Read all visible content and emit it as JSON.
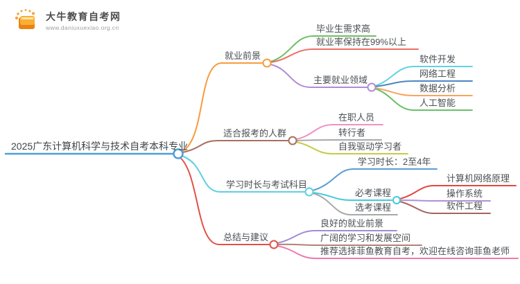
{
  "site": {
    "logo_title": "大牛教育自考网",
    "logo_url": "www.daniuxuexiao.org.cn"
  },
  "colors": {
    "root": "#4e9fd8",
    "branch_employment": "#f79b3d",
    "grad_demand": "#6cbf63",
    "employment_rate": "#ee6e64",
    "main_fields": "#b28ad3",
    "software_dev": "#63d2e4",
    "network_eng": "#4b86c2",
    "data_analysis": "#f9a35f",
    "ai": "#68c06a",
    "branch_suitable": "#a76f5f",
    "working": "#ef90c5",
    "career_changer": "#a8a8a8",
    "self_driven": "#c6cb44",
    "branch_duration": "#5cd0e2",
    "duration": "#5a9bd5",
    "required": "#45c8dc",
    "course_network": "#e0473f",
    "course_os": "#b28fd4",
    "course_se": "#a3635e",
    "elective": "#a8a8a8",
    "branch_summary": "#e25048",
    "good_prospects": "#a18cd1",
    "broad_space": "#ae8274",
    "recommend": "#ee79ae"
  },
  "mindmap": {
    "root": "2025广东计算机科学与技术自考本科专业",
    "employment": {
      "label": "就业前景",
      "grad_demand": "毕业生需求高",
      "employment_rate": "就业率保持在99%以上",
      "main_fields": {
        "label": "主要就业领域",
        "software_dev": "软件开发",
        "network_eng": "网络工程",
        "data_analysis": "数据分析",
        "ai": "人工智能"
      }
    },
    "suitable": {
      "label": "适合报考的人群",
      "working": "在职人员",
      "career_changer": "转行者",
      "self_driven": "自我驱动学习者"
    },
    "duration_exams": {
      "label": "学习时长与考试科目",
      "duration": "学习时长：2至4年",
      "required": {
        "label": "必考课程",
        "course_network": "计算机网络原理",
        "course_os": "操作系统",
        "course_se": "软件工程"
      },
      "elective": "选考课程"
    },
    "summary": {
      "label": "总结与建议",
      "good_prospects": "良好的就业前景",
      "broad_space": "广阔的学习和发展空间",
      "recommend": "推荐选择菲鱼教育自考，欢迎在线咨询菲鱼老师"
    }
  }
}
